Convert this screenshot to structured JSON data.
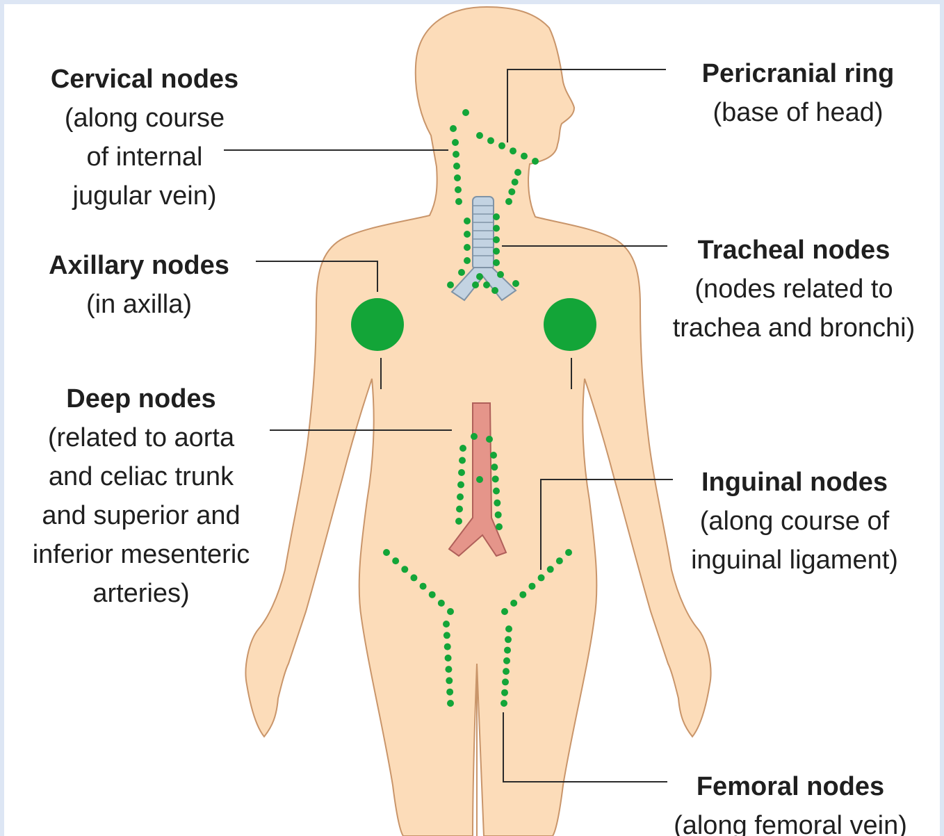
{
  "colors": {
    "skin": "#fcdcb9",
    "skin_outline": "#c9956a",
    "node_green": "#13a538",
    "leader_line": "#2a2a2a",
    "trachea": "#c3d3e2",
    "aorta": "#e5958a",
    "frame": "#dde6f4"
  },
  "labels": {
    "cervical": {
      "title": "Cervical nodes",
      "lines": [
        "(along course",
        "of internal",
        "jugular vein)"
      ]
    },
    "pericranial": {
      "title": "Pericranial ring",
      "lines": [
        "(base of head)"
      ]
    },
    "axillary": {
      "title": "Axillary nodes",
      "lines": [
        "(in axilla)"
      ]
    },
    "tracheal": {
      "title": "Tracheal nodes",
      "lines": [
        "(nodes related to",
        "trachea and bronchi)"
      ]
    },
    "deep": {
      "title": "Deep nodes",
      "lines": [
        "(related to aorta",
        "and celiac trunk",
        "and superior and",
        "inferior mesenteric",
        "arteries)"
      ]
    },
    "inguinal": {
      "title": "Inguinal nodes",
      "lines": [
        "(along course of",
        "inguinal ligament)"
      ]
    },
    "femoral": {
      "title": "Femoral nodes",
      "lines": [
        "(along femoral vein)"
      ]
    }
  }
}
